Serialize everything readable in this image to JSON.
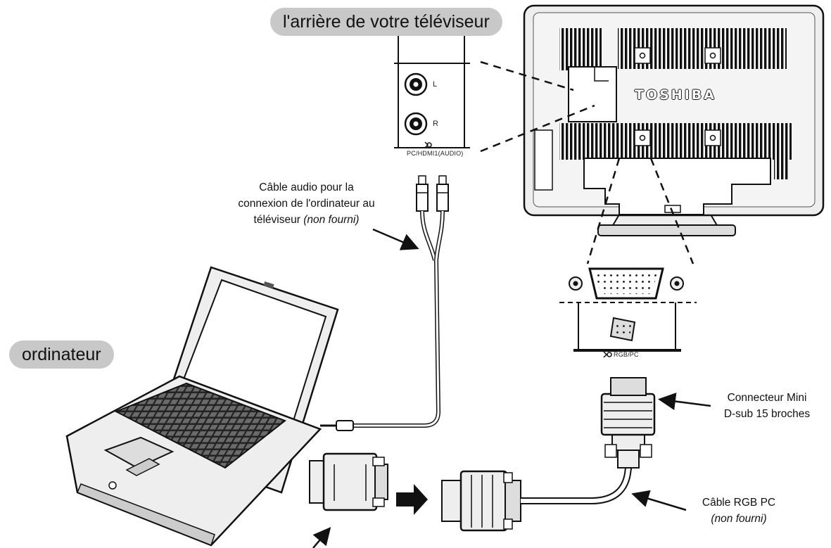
{
  "labels": {
    "tv_back": "l'arrière de votre téléviseur",
    "computer": "ordinateur",
    "audio_cable_line1": "Câble audio pour la",
    "audio_cable_line2": "connexion de l'ordinateur au",
    "audio_cable_line3": "téléviseur",
    "audio_cable_note": "(non fourni)",
    "mini_dsub_line1": "Connecteur Mini",
    "mini_dsub_line2": "D-sub 15 broches",
    "rgb_cable_line1": "Câble RGB PC",
    "rgb_cable_note": "(non fourni)"
  },
  "jack_labels": {
    "left": "L",
    "right": "R",
    "panel": "PC/HDMI1(AUDIO)",
    "rgb_panel": "RGB/PC"
  },
  "brand": "TOSHIBA",
  "colors": {
    "pill_bg": "#c8c8c8",
    "line": "#111111",
    "device_fill": "#eeeeee"
  }
}
